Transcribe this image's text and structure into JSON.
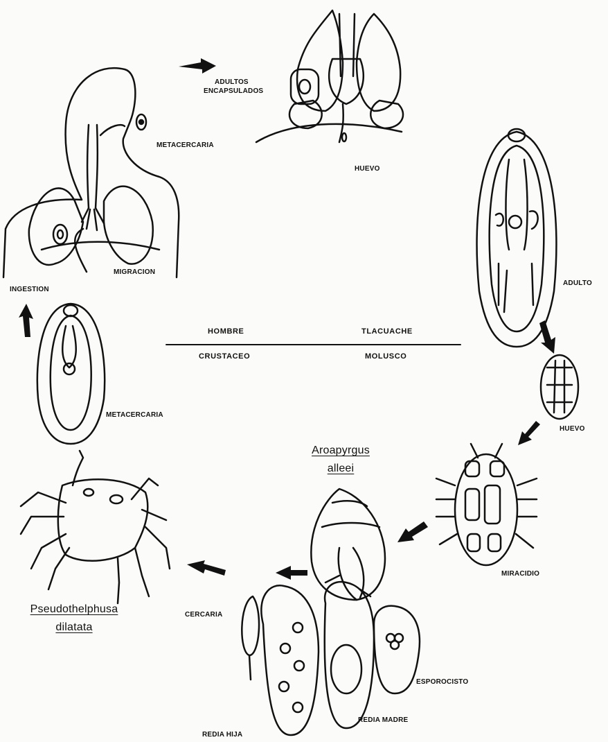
{
  "labels": {
    "metacercaria_top": "METACERCARIA",
    "adultos_line1": "ADULTOS",
    "adultos_line2": "ENCAPSULADOS",
    "huevo_top": "HUEVO",
    "adulto": "ADULTO",
    "migracion": "MIGRACION",
    "ingestion": "INGESTION",
    "hombre": "HOMBRE",
    "tlacuache": "TLACUACHE",
    "crustaceo": "CRUSTACEO",
    "molusco": "MOLUSCO",
    "metacercaria_left": "METACERCARIA",
    "huevo_right": "HUEVO",
    "miracidio": "MIRACIDIO",
    "cercaria": "CERCARIA",
    "esporocisto": "ESPOROCISTO",
    "redia_madre": "REDIA MADRE",
    "redia_hija": "REDIA HIJA"
  },
  "species": {
    "snail_line1": "Aroapyrgus",
    "snail_line2": "alleei",
    "crab_line1": "Pseudothelphusa",
    "crab_line2": "dilatata"
  },
  "colors": {
    "ink": "#111111",
    "paper": "#fbfbf9"
  },
  "icons": {
    "arrows": "black-wedge-arrow"
  }
}
